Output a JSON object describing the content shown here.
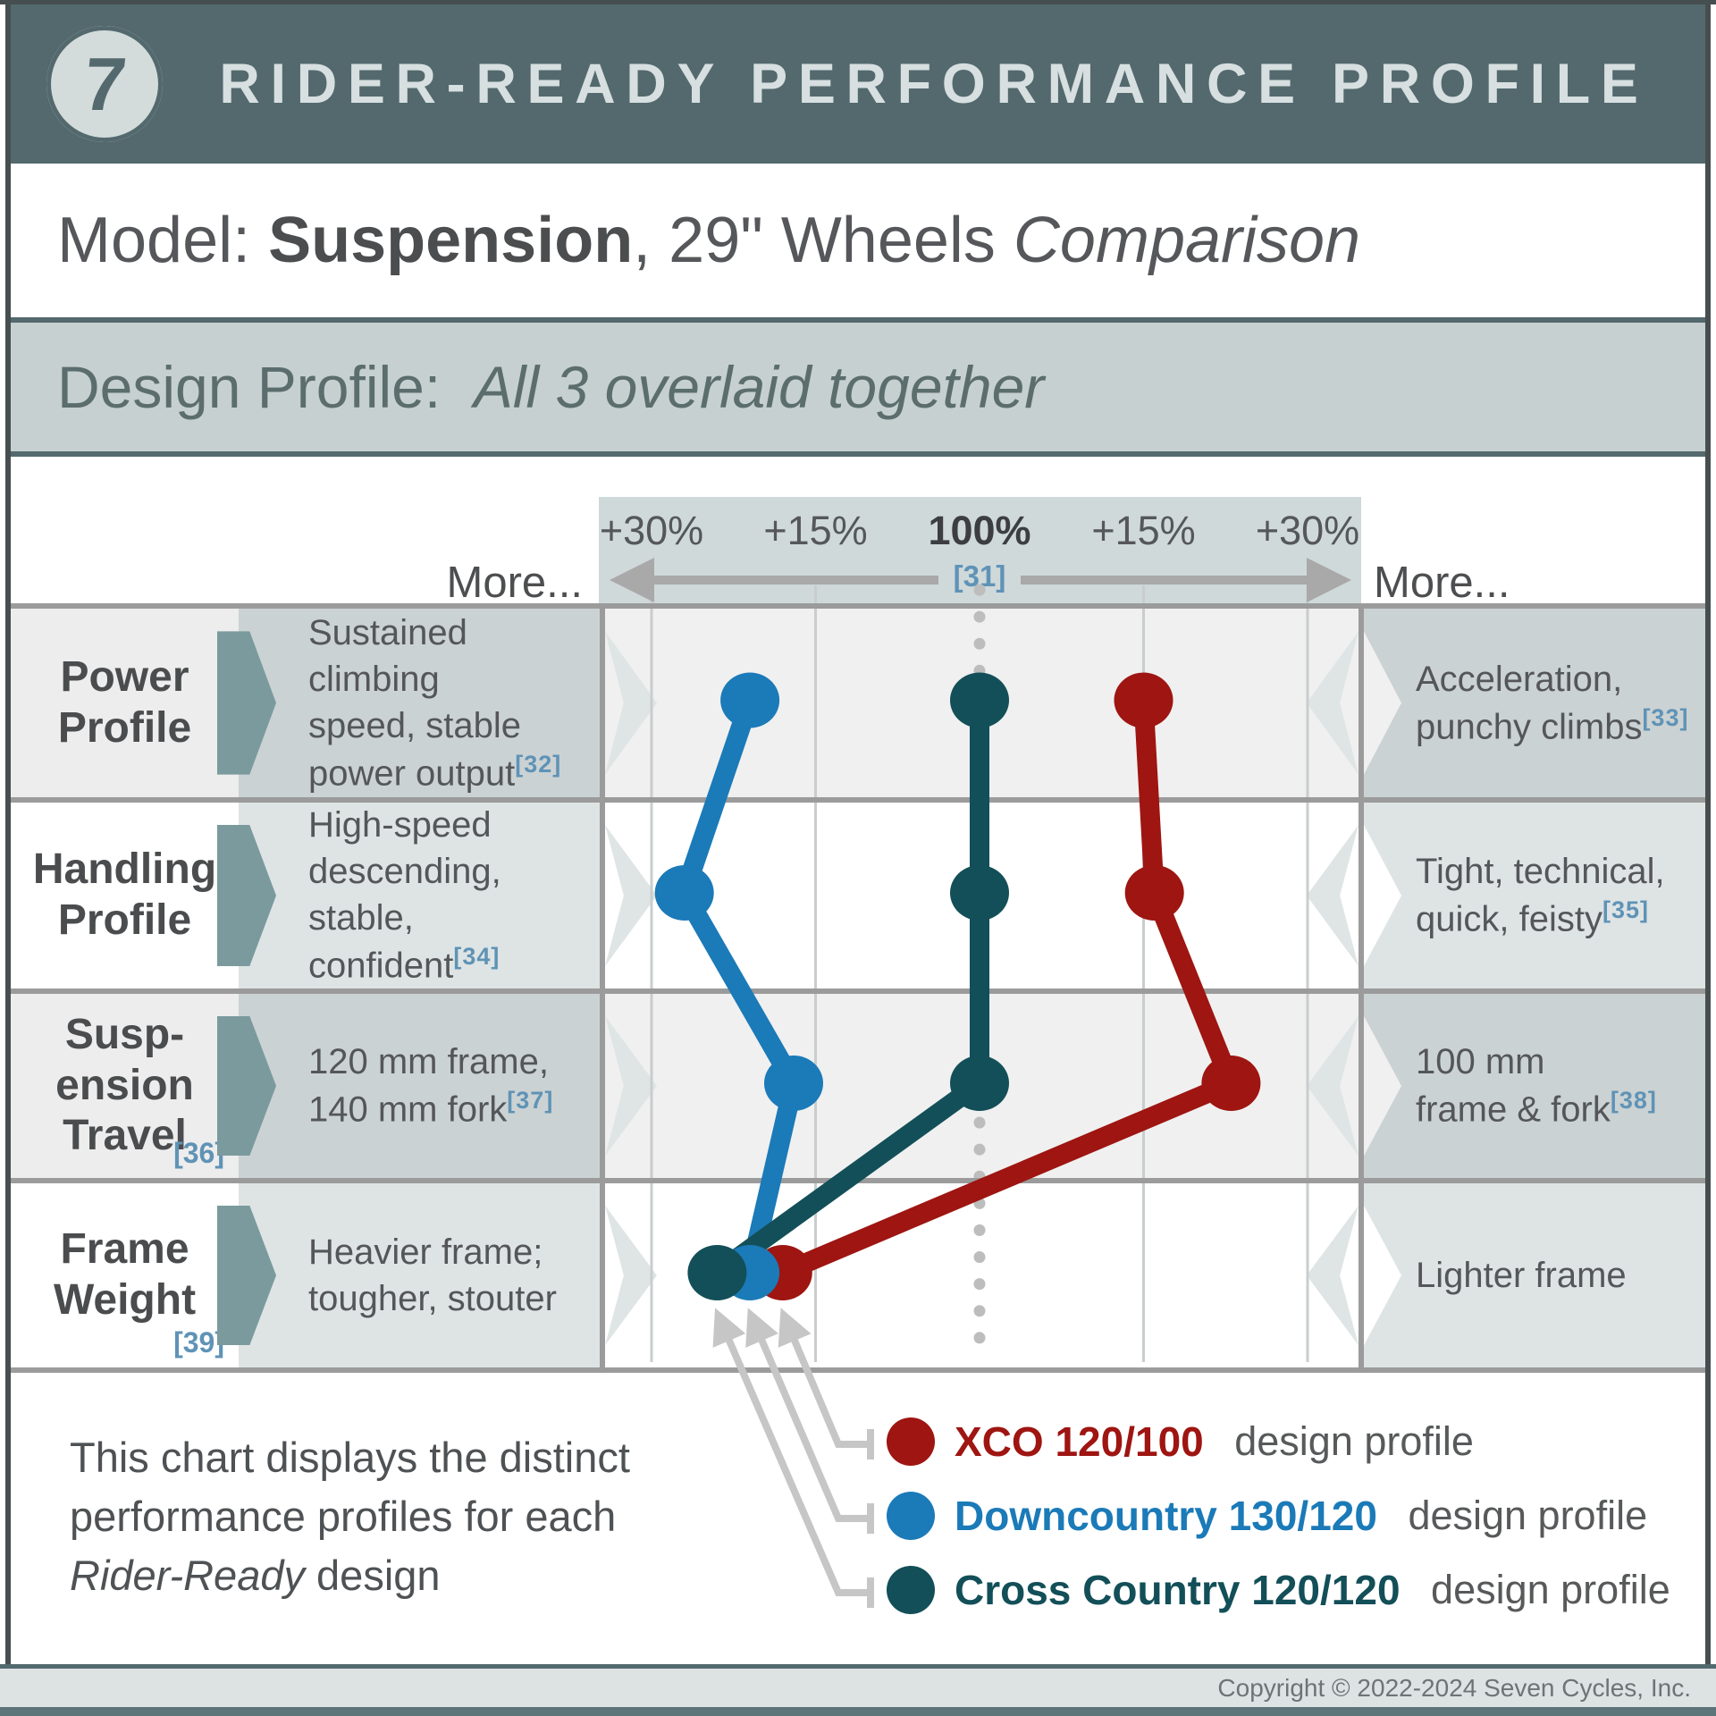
{
  "page": {
    "header": {
      "logo_glyph": "7",
      "title": "RIDER-READY PERFORMANCE PROFILE"
    },
    "model_row": {
      "prefix": "Model: ",
      "model": "Suspension",
      "middle": ", 29\" Wheels ",
      "comparison": "Comparison"
    },
    "design_row": {
      "prefix": "Design Profile:  ",
      "value": "All 3 overlaid together"
    },
    "axis": {
      "more_left": "More...",
      "more_right": "More..."
    },
    "rows": [
      {
        "label_lines": [
          "Power",
          "Profile"
        ],
        "label_ref": "",
        "left_desc": "Sustained climbing\nspeed, stable\npower output",
        "left_ref": "[32]",
        "right_desc": "Acceleration,\npunchy climbs",
        "right_ref": "[33]"
      },
      {
        "label_lines": [
          "Handling",
          "Profile"
        ],
        "label_ref": "",
        "left_desc": "High-speed\ndescending,\nstable, confident",
        "left_ref": "[34]",
        "right_desc": "Tight, technical,\nquick, feisty",
        "right_ref": "[35]"
      },
      {
        "label_lines": [
          "Susp-",
          "ension",
          "Travel"
        ],
        "label_ref": "[36]",
        "left_desc": "120 mm frame,\n140 mm fork",
        "left_ref": "[37]",
        "right_desc": "100 mm\nframe & fork",
        "right_ref": "[38]"
      },
      {
        "label_lines": [
          "Frame",
          "Weight"
        ],
        "label_ref": "[39]",
        "left_desc": "Heavier frame;\ntougher, stouter",
        "left_ref": "",
        "right_desc": "Lighter frame",
        "right_ref": ""
      }
    ],
    "note": {
      "line1": "This chart displays the distinct",
      "line2": "performance profiles for each",
      "line3_italic": "Rider-Ready",
      "line3_rest": " design"
    },
    "legend_suffix": " design profile",
    "footer": {
      "copyright": "Copyright © 2022-2024 Seven Cycles, Inc."
    }
  },
  "chart_data": {
    "type": "line",
    "title": "RIDER-READY PERFORMANCE PROFILE",
    "subtitle": "Model: Suspension, 29\" Wheels Comparison — Design Profile: All 3 overlaid together",
    "categories": [
      "Power Profile",
      "Handling Profile",
      "Suspension Travel",
      "Frame Weight"
    ],
    "x_axis": {
      "tick_labels": [
        "+30%",
        "+15%",
        "100%",
        "+15%",
        "+30%"
      ],
      "tick_offsets_pct": [
        -30,
        -15,
        0,
        15,
        30
      ],
      "center_ref": "[31]",
      "direction_label_left": "More...",
      "direction_label_right": "More...",
      "left_meanings": [
        "Sustained climbing speed, stable power output [32]",
        "High-speed descending, stable, confident [34]",
        "120 mm frame, 140 mm fork [37]",
        "Heavier frame; tougher, stouter"
      ],
      "right_meanings": [
        "Acceleration, punchy climbs [33]",
        "Tight, technical, quick, feisty [35]",
        "100 mm frame & fork [38]",
        "Lighter frame"
      ]
    },
    "series": [
      {
        "name": "XCO 120/100",
        "color": "#9e1511",
        "offsets_pct_from_100": [
          15,
          16,
          23,
          -18
        ]
      },
      {
        "name": "Downcountry 130/120",
        "color": "#1b7ab8",
        "offsets_pct_from_100": [
          -21,
          -27,
          -17,
          -21
        ]
      },
      {
        "name": "Cross Country 120/120",
        "color": "#134f58",
        "offsets_pct_from_100": [
          0,
          0,
          0,
          -24
        ]
      }
    ],
    "legend_position": "bottom",
    "grid": true
  }
}
